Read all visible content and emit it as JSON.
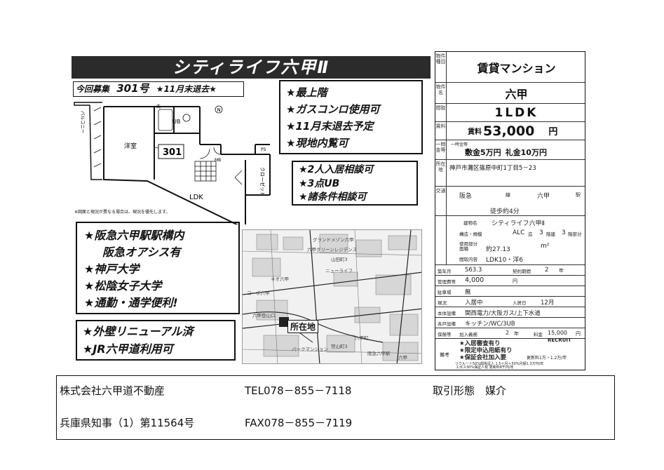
{
  "header": {
    "title": "シティライフ六甲Ⅱ",
    "recruit_label": "今回募集",
    "room_no": "301号",
    "vacate_note": "★11月末退去★"
  },
  "floorplan": {
    "room_labels": [
      "洋室",
      "UB",
      "301",
      "LDK",
      "クローゼット",
      "バルコニー",
      "PS",
      "MB",
      "洗"
    ],
    "north": "N",
    "note": "※図面と現況が異なる場合は、現況を優先します。"
  },
  "features_box1": [
    "★最上階",
    "★ガスコンロ使用可",
    "★11月末退去予定",
    "★現地内覧可"
  ],
  "features_box2": [
    "★2人入居相談可",
    "★3点UB",
    "★諸条件相談可"
  ],
  "location_box": [
    "★阪急六甲駅駅構内",
    "阪急オアシス有",
    "★神戸大学",
    "★松陰女子大学",
    "★通勤・通学便利!"
  ],
  "features_box3": [
    "★外壁リニューアル済",
    "★JR六甲道利用可"
  ],
  "map": {
    "marker_label": "所在地",
    "labels": [
      "グランドメゾン六甲",
      "六甲グリーンレジデンス",
      "山田町3",
      "ニューライフ",
      "ネオ六甲",
      "コーポ六甲",
      "六甲登山口",
      "パークマンション",
      "宮山町3",
      "六甲町",
      "阪急六甲駅",
      "六甲"
    ]
  },
  "table": {
    "category_label": "物件種目",
    "category": "賃貸マンション",
    "name_label": "物件名",
    "name": "六甲",
    "layout_label": "間取",
    "layout": "1LDK",
    "rent_label": "賃料",
    "rent_prefix": "賃料",
    "rent": "53,000",
    "rent_unit": "円",
    "cond_label": "一時金等",
    "cond_small": "一時金等",
    "deposit": "敷金5万円",
    "key_money": "礼金10万円",
    "address_label": "所在地",
    "address": "神戸市灘区篠原中町1丁目5－23",
    "transport_label": "交通",
    "line": "阪急",
    "line_suffix": "線",
    "station": "六甲",
    "station_suffix": "駅",
    "walk": "徒歩約4分",
    "bldg_label": "建物名",
    "bldg": "シティライフ六甲Ⅱ",
    "struct_label": "構造・規模",
    "struct": "ALC",
    "struct_suffix": "造",
    "floors_total": "3",
    "floors_suffix": "階建",
    "floor": "3",
    "floor_suffix": "階部分",
    "area_label": "使用部分面積",
    "area": "約27.13",
    "area_unit": "m²",
    "rooms_label": "間取内容",
    "rooms": "LDK10・洋6",
    "built_label": "築年月",
    "built": "S63.3",
    "contract_label": "契約期間",
    "contract": "2",
    "contract_unit": "年",
    "mgmt_label": "管理費等",
    "mgmt": "4,000",
    "mgmt_unit": "円",
    "parking_label": "駐車場",
    "parking": "無",
    "status_label": "現況",
    "status": "入居中",
    "movein_label": "入居日",
    "movein": "12月",
    "infra_label": "本体設備",
    "infra": "関西電力/大阪ガス/上下水道",
    "equip_label": "各戸設備",
    "equip": "キッチン/WC/3UB",
    "insurance_label": "保険等",
    "insurance_prefix": "加入義務",
    "insurance_years": "2",
    "insurance_years_unit": "年",
    "insurance_fee_label": "料金",
    "insurance_fee": "15,000",
    "insurance_fee_unit": "円",
    "remarks_label": "備考",
    "remarks": [
      "★入居審査有り",
      "★限定申込用紙有り",
      "★保証会社加入要"
    ],
    "remarks_fee": "更新料1万・1.2万/年",
    "remarks_small": [
      "リクルート50%関係証人 1.5ヶ月＋50%月額1.3万円/年",
      "エポス30%保証人有 更新料8千円/年"
    ],
    "recruit_logo": "RECRUIT"
  },
  "footer": {
    "company": "株式会社六甲道不動産",
    "license": "兵庫県知事（1）第11564号",
    "tel": "TEL078－855－7118",
    "fax": "FAX078－855－7119",
    "deal_type": "取引形態　媒介"
  }
}
